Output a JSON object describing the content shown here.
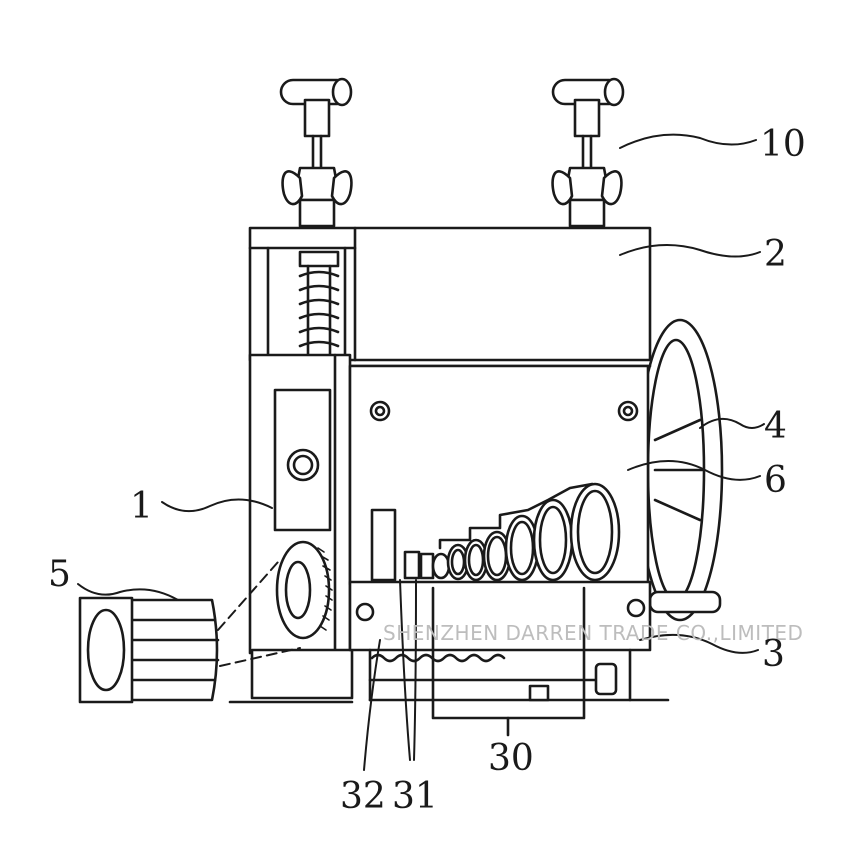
{
  "labels": {
    "l1": "1",
    "l2": "2",
    "l3": "3",
    "l4": "4",
    "l5": "5",
    "l6": "6",
    "l10": "10",
    "l30": "30",
    "l31": "31",
    "l32": "32"
  },
  "watermark": "SHENZHEN DARREN TRADE CO.,LIMITED",
  "colors": {
    "line": "#1a1a1a",
    "background": "#ffffff",
    "watermark": "#bdbdbd"
  }
}
